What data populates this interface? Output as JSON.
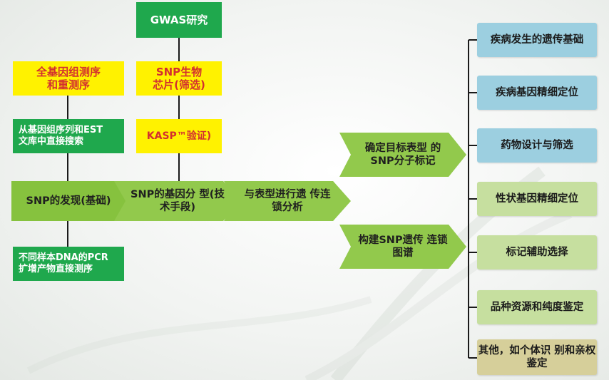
{
  "colors": {
    "top_green": "#1fa84d",
    "highlight_yellow": "#fff200",
    "yellow_text": "#d32f2f",
    "chevron_green": "#92c94c",
    "app_blue": "#9ccfe0",
    "app_light_green": "#c6df9f",
    "app_tan": "#d6cf9a",
    "connector": "#1a1a1a"
  },
  "sources": {
    "gwas": "GWAS研究",
    "wgs_line1": "全基因组测序",
    "wgs_line2": "和重测序",
    "chip_line1": "SNP生物",
    "chip_line2": "芯片(筛选)",
    "kasp": "KASP™验证)",
    "est_line1": "从基因组序列和EST",
    "est_line2": "文库中直接搜索",
    "pcr_line1": "不同样本DNA的PCR",
    "pcr_line2": "扩增产物直接测序"
  },
  "flow": {
    "discovery": "SNP的发现(基础)",
    "typing_line1": "SNP的基因分",
    "typing_line2": "型(技术手段)",
    "linkage_line1": "与表型进行遗",
    "linkage_line2": "传连锁分析",
    "target_line1": "确定目标表型",
    "target_line2": "的SNP分子标记",
    "map_line1": "构建SNP遗传",
    "map_line2": "连锁图谱"
  },
  "applications": {
    "items": [
      {
        "lines": [
          "疾病发生的遗传基础"
        ]
      },
      {
        "lines": [
          "疾病基因精细定位"
        ]
      },
      {
        "lines": [
          "药物设计与筛选"
        ]
      },
      {
        "lines": [
          "性状基因精细定位"
        ]
      },
      {
        "lines": [
          "标记辅助选择"
        ]
      },
      {
        "lines": [
          "品种资源和纯度鉴定"
        ]
      },
      {
        "lines": [
          "其他，如个体识",
          "别和亲权鉴定"
        ]
      }
    ]
  }
}
